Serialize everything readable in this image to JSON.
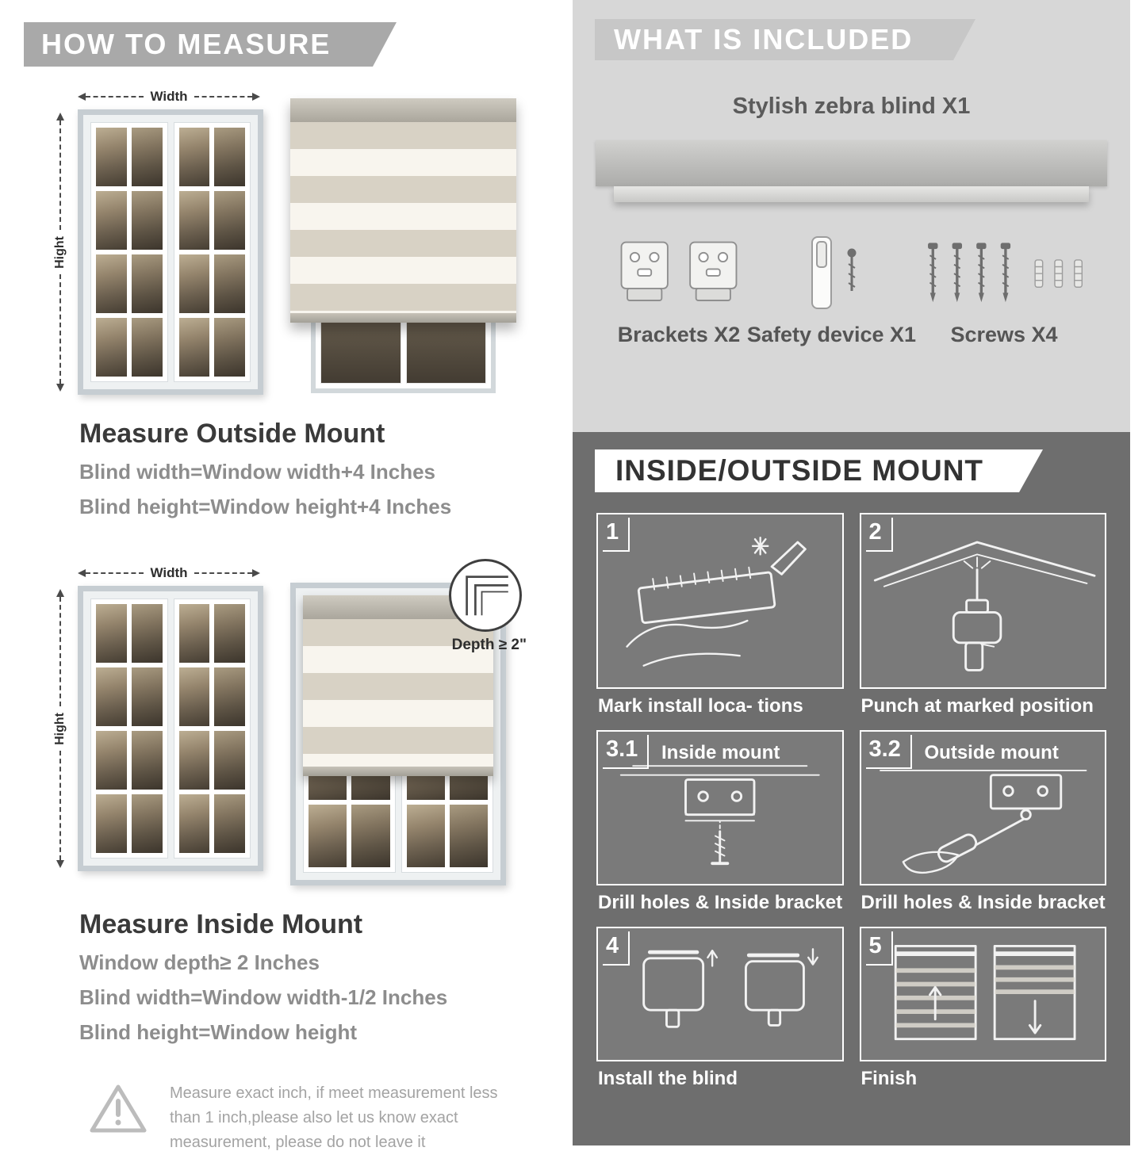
{
  "colors": {
    "banner_gray": "#a9a9a9",
    "panel_light": "#d7d7d7",
    "panel_dark": "#6e6e6e",
    "accent_text": "#3a3a3a"
  },
  "left": {
    "banner": "HOW TO MEASURE",
    "outside": {
      "width_label": "Width",
      "height_label": "Hight",
      "title": "Measure Outside Mount",
      "line1": "Blind width=Window width+4 Inches",
      "line2": "Blind height=Window height+4 Inches"
    },
    "inside": {
      "width_label": "Width",
      "height_label": "Hight",
      "depth_note": "Depth ≥ 2\"",
      "title": "Measure Inside Mount",
      "line1": "Window depth≥ 2 Inches",
      "line2": "Blind width=Window width-1/2 Inches",
      "line3": "Blind height=Window height"
    },
    "warning": "Measure exact inch, if meet measurement less than 1 inch,please also let us know exact measurement, please do not leave it"
  },
  "right": {
    "included": {
      "banner": "WHAT IS INCLUDED",
      "blind_label": "Stylish zebra blind X1",
      "items": [
        {
          "label": "Brackets X2"
        },
        {
          "label": "Safety device X1"
        },
        {
          "label": "Screws X4"
        }
      ]
    },
    "mount": {
      "banner": "INSIDE/OUTSIDE MOUNT",
      "steps": [
        {
          "num": "1",
          "caption": "Mark install loca- tions"
        },
        {
          "num": "2",
          "caption": "Punch at  marked position"
        },
        {
          "num": "3.1",
          "label": "Inside mount",
          "caption": "Drill holes &  Inside bracket"
        },
        {
          "num": "3.2",
          "label": "Outside mount",
          "caption": "Drill holes &  Inside bracket"
        },
        {
          "num": "4",
          "caption": "Install the blind"
        },
        {
          "num": "5",
          "caption": "Finish"
        }
      ]
    }
  }
}
